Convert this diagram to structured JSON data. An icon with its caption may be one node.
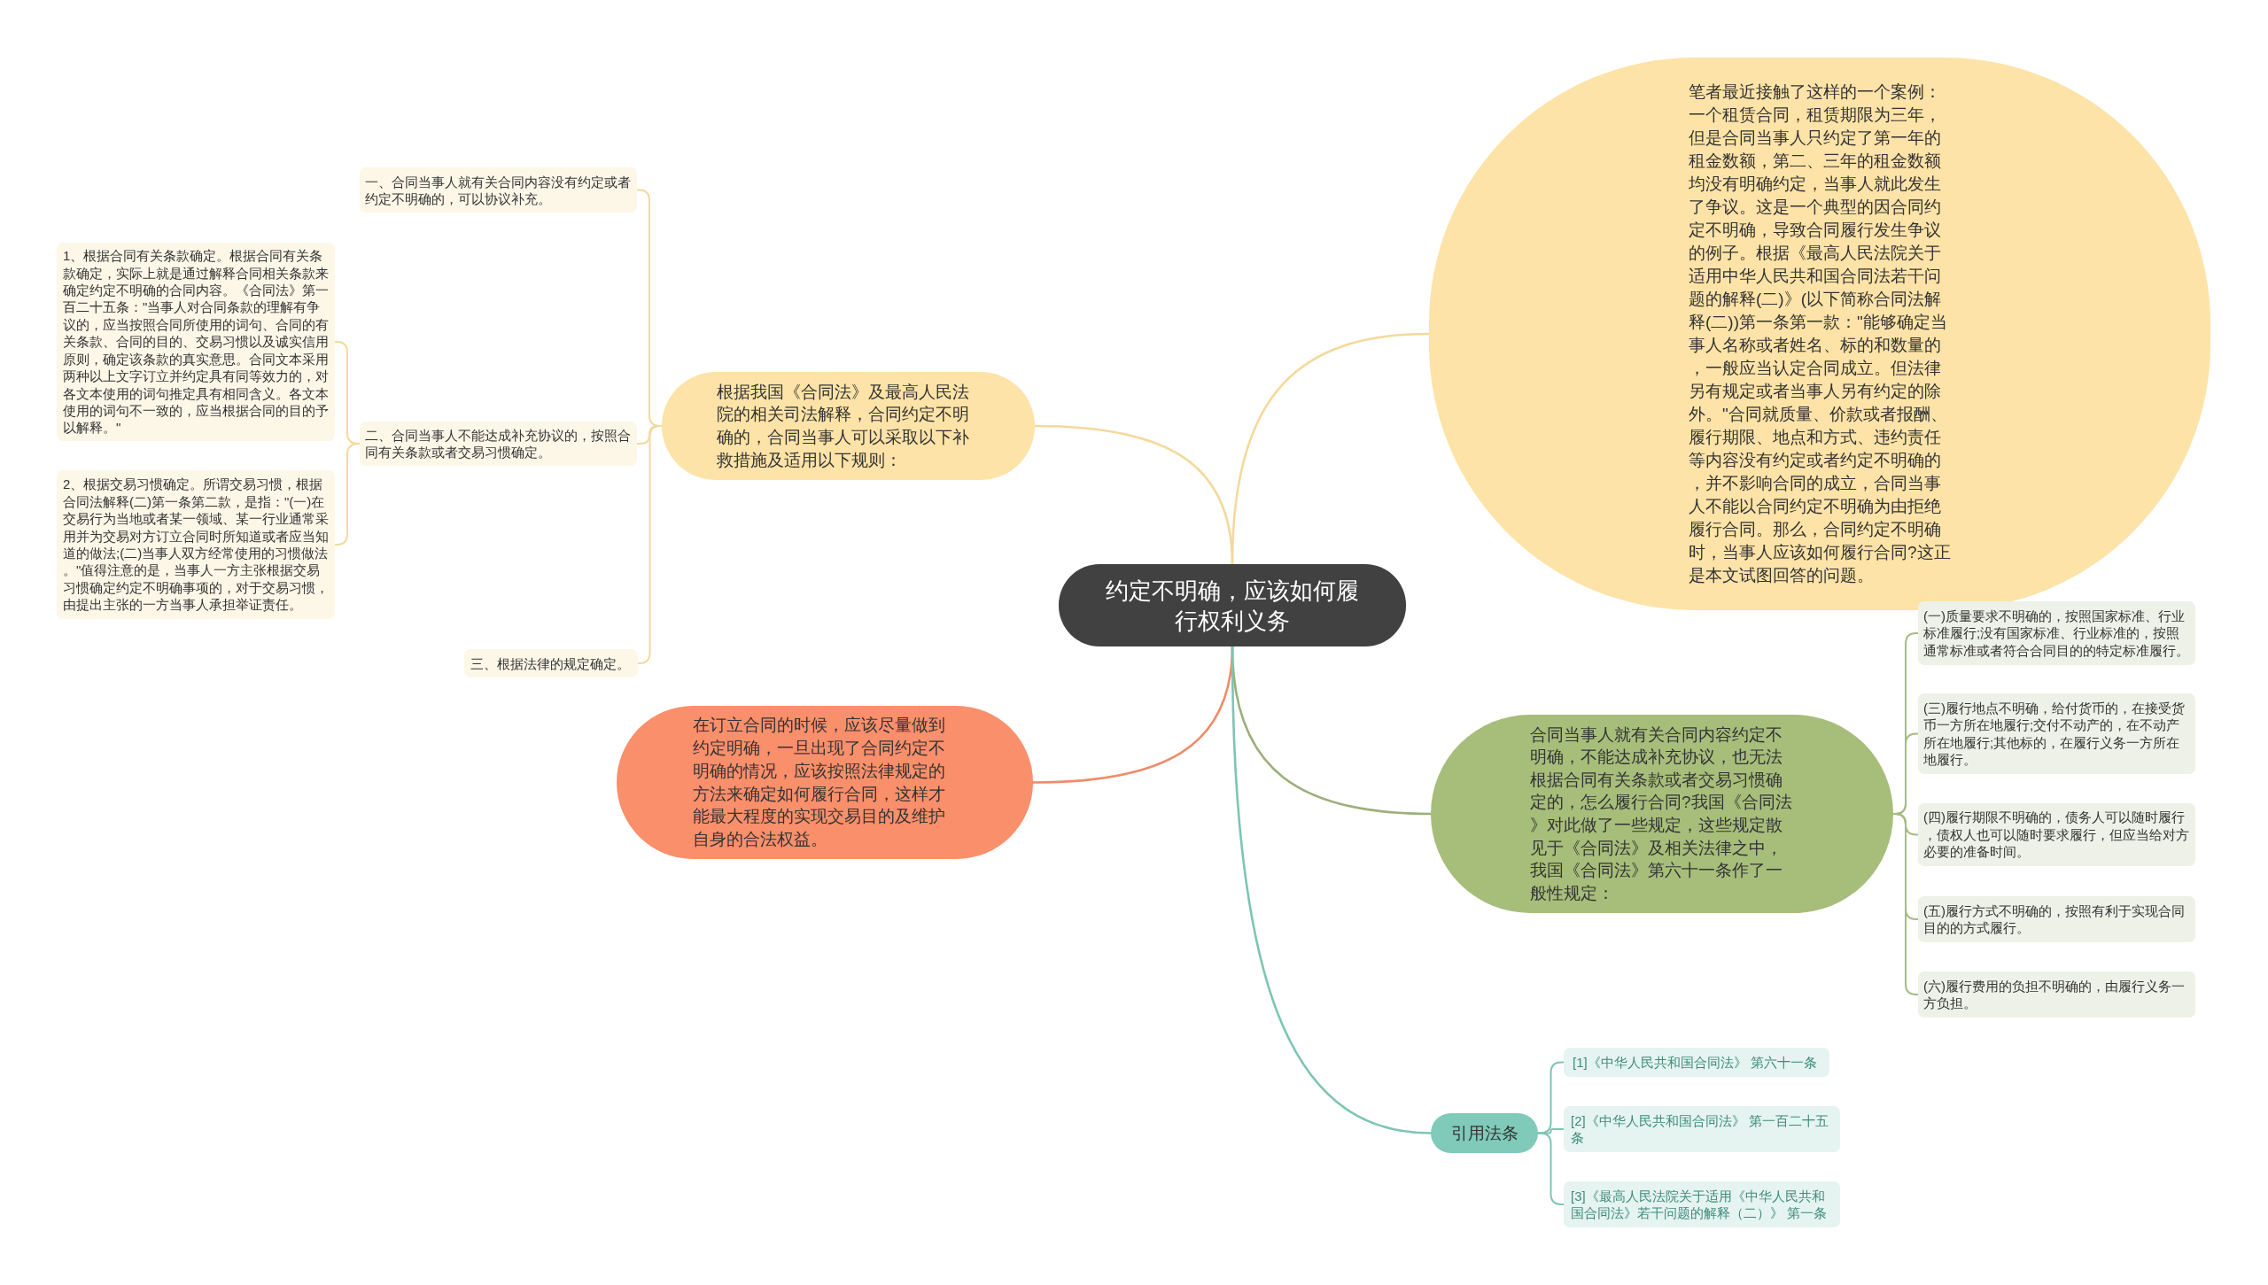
{
  "diagram": {
    "nodes": [
      {
        "text": [
          "约定不明确，应该如何履行权利义务"
        ]
      },
      {
        "text": [
          "根据我国《合同法》及最高人民法院的相关司法解释，合同约定不明确的，合同当事人可以采取以下补救措施及适用以下规则："
        ]
      },
      {
        "text": [
          "一、合同当事人就有关合同内容没有约定或者约定不明确的，可以协议补充。"
        ]
      },
      {
        "text": [
          "二、合同当事人不能达成补充协议的，按照合同有关条款或者交易习惯确定。"
        ]
      },
      {
        "text": [
          "1、根据合同有关条款确定。根据合同有关条款确定，实际上就是通过解释合同相关条款来确定约定不明确的合同内容。《合同法》第一百二十五条：\"当事人对合同条款的理解有争议的，应当按照合同所使用的词句、合同的有关条款、合同的目的、交易习惯以及诚实信用原则，确定该条款的真实意思。合同文本采用两种以上文字订立并约定具有同等效力的，对各文本使用的词句推定具有相同含义。各文本使用的词句不一致的，应当根据合同的目的予以解释。\""
        ]
      },
      {
        "text": [
          "2、根据交易习惯确定。所谓交易习惯，根据合同法解释(二)第一条第二款，是指：\"(一)在交易行为当地或者某一领域、某一行业通常采用并为交易对方订立合同时所知道或者应当知道的做法;(二)当事人双方经常使用的习惯做法。\"值得注意的是，当事人一方主张根据交易习惯确定约定不明确事项的，对于交易习惯，由提出主张的一方当事人承担举证责任。"
        ]
      },
      {
        "text": [
          "三、根据法律的规定确定。"
        ]
      },
      {
        "text": [
          "笔者最近接触了这样的一个案例：一个租赁合同，租赁期限为三年，但是合同当事人只约定了第一年的租金数额，第二、三年的租金数额均没有明确约定，当事人就此发生了争议。这是一个典型的因合同约定不明确，导致合同履行发生争议的例子。根据《最高人民法院关于适用中华人民共和国合同法若干问题的解释(二)》(以下简称合同法解释(二))第一条第一款：\"能够确定当事人名称或者姓名、标的和数量的，一般应当认定合同成立。但法律另有规定或者当事人另有约定的除外。\"合同就质量、价款或者报酬、履行期限、地点和方式、违约责任等内容没有约定或者约定不明确的，并不影响合同的成立，合同当事人不能以合同约定不明确为由拒绝履行合同。那么，合同约定不明确时，当事人应该如何履行合同?这正是本文试图回答的问题。"
        ]
      },
      {
        "text": [
          "在订立合同的时候，应该尽量做到约定明确，一旦出现了合同约定不明确的情况，应该按照法律规定的方法来确定如何履行合同，这样才能最大程度的实现交易目的及维护自身的合法权益。"
        ]
      },
      {
        "text": [
          "合同当事人就有关合同内容约定不明确，不能达成补充协议，也无法根据合同有关条款或者交易习惯确定的，怎么履行合同?我国《合同法》对此做了一些规定，这些规定散见于《合同法》及相关法律之中，我国《合同法》第六十一条作了一般性规定："
        ]
      },
      {
        "text": [
          "(一)质量要求不明确的，按照国家标准、行业标准履行;没有国家标准、行业标准的，按照通常标准或者符合合同目的的特定标准履行。"
        ]
      },
      {
        "text": [
          "(三)履行地点不明确，给付货币的，在接受货币一方所在地履行;交付不动产的，在不动产所在地履行;其他标的，在履行义务一方所在地履行。"
        ]
      },
      {
        "text": [
          "(四)履行期限不明确的，债务人可以随时履行，债权人也可以随时要求履行，但应当给对方必要的准备时间。"
        ]
      },
      {
        "text": [
          "(五)履行方式不明确的，按照有利于实现合同目的的方式履行。"
        ]
      },
      {
        "text": [
          "(六)履行费用的负担不明确的，由履行义务一方负担。"
        ]
      },
      {
        "text": [
          "引用法条"
        ]
      },
      {
        "text": [
          "[1]《中华人民共和国合同法》 第六十一条"
        ]
      },
      {
        "text": [
          "[2]《中华人民共和国合同法》 第一百二十五条"
        ]
      },
      {
        "text": [
          "[3]《最高人民法院关于适用《中华人民共和国合同法》若干问题的解释（二）》 第一条"
        ]
      }
    ],
    "edges": [
      {
        "from": 0,
        "to": 1,
        "arrow": "none"
      },
      {
        "from": 1,
        "to": 2,
        "arrow": "none"
      },
      {
        "from": 1,
        "to": 3,
        "arrow": "none"
      },
      {
        "from": 3,
        "to": 4,
        "arrow": "none"
      },
      {
        "from": 3,
        "to": 5,
        "arrow": "none"
      },
      {
        "from": 1,
        "to": 6,
        "arrow": "none"
      },
      {
        "from": 0,
        "to": 7,
        "arrow": "none"
      },
      {
        "from": 0,
        "to": 8,
        "arrow": "none",
        "color": "#ee8c69"
      },
      {
        "from": 0,
        "to": 9,
        "arrow": "none",
        "color": "#9caf7a"
      },
      {
        "from": 9,
        "to": 10,
        "arrow": "none",
        "color": "#a6bc82"
      },
      {
        "from": 9,
        "to": 11,
        "arrow": "none",
        "color": "#a6bc82"
      },
      {
        "from": 9,
        "to": 12,
        "arrow": "none",
        "color": "#a6bc82"
      },
      {
        "from": 9,
        "to": 13,
        "arrow": "none",
        "color": "#a6bc82"
      },
      {
        "from": 9,
        "to": 14,
        "arrow": "none",
        "color": "#a6bc82"
      },
      {
        "from": 0,
        "to": 15,
        "arrow": "none",
        "color": "#7dc5b3"
      },
      {
        "from": 15,
        "to": 16,
        "arrow": "none",
        "color": "#7dc5b3"
      },
      {
        "from": 15,
        "to": 17,
        "arrow": "none",
        "color": "#7dc5b3"
      },
      {
        "from": 15,
        "to": 18,
        "arrow": "none",
        "color": "#7dc5b3"
      }
    ]
  }
}
